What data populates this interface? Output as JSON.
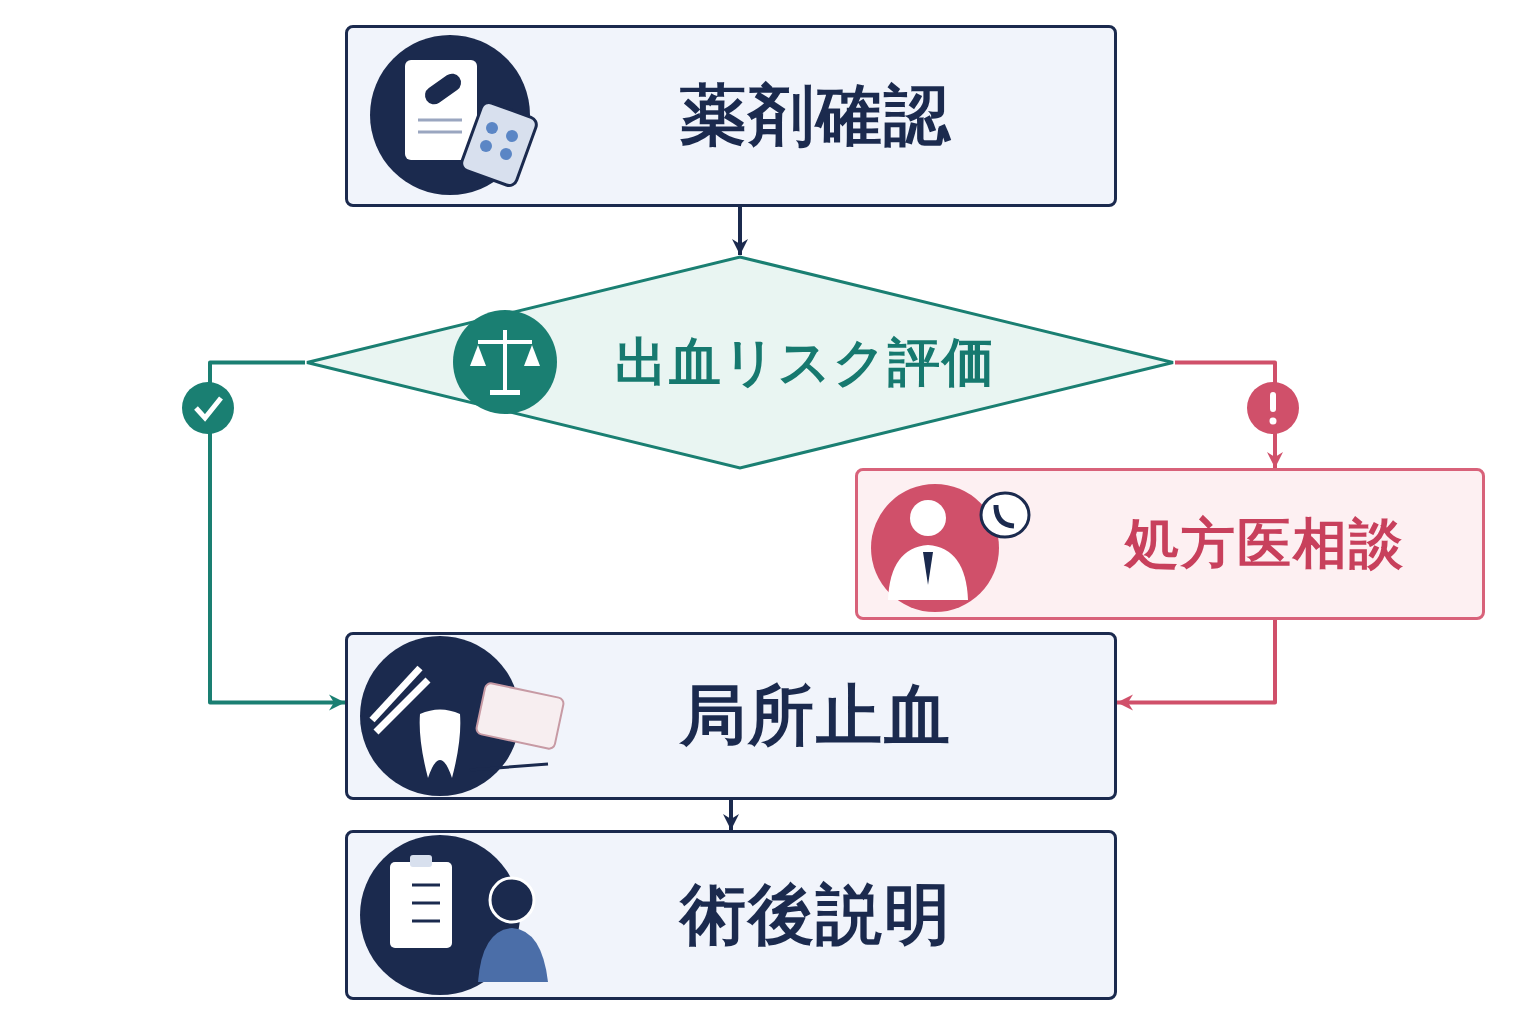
{
  "diagram": {
    "nodes": [
      {
        "text": [
          "薬剤確認"
        ]
      },
      {
        "text": [
          "出血リスク評価"
        ]
      },
      {
        "text": [
          "処方医相談"
        ]
      },
      {
        "text": [
          "局所止血"
        ]
      },
      {
        "text": [
          "術後説明"
        ]
      }
    ],
    "edges": [
      {
        "from": 0,
        "to": 1,
        "arrow": "to"
      },
      {
        "from": 1,
        "to": 3,
        "arrow": "to"
      },
      {
        "from": 1,
        "to": 2,
        "arrow": "to"
      },
      {
        "from": 2,
        "to": 3,
        "arrow": "to"
      },
      {
        "from": 3,
        "to": 4,
        "arrow": "to"
      }
    ]
  }
}
